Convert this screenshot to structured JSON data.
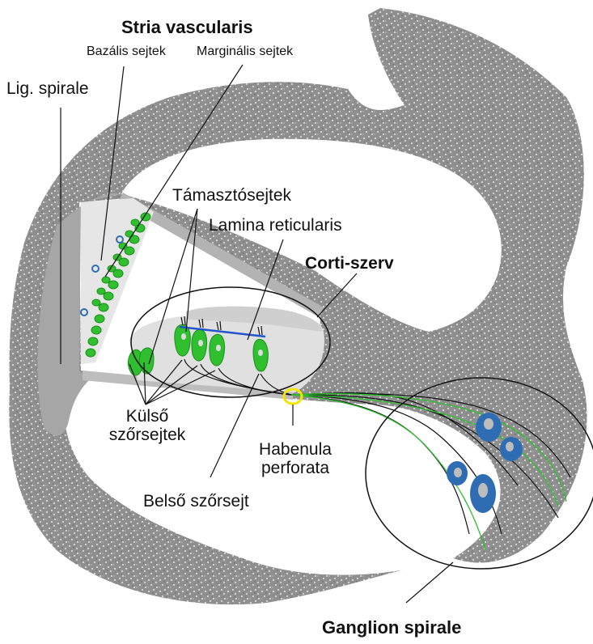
{
  "labels": {
    "stria_vascularis": "Stria vascularis",
    "bazalis_sejtek": "Bazális sejtek",
    "marginalis_sejtek": "Marginális sejtek",
    "lig_spirale": "Lig. spirale",
    "tamasztosejtek": "Támasztósejtek",
    "lamina_reticularis": "Lamina reticularis",
    "corti_szerv": "Corti-szerv",
    "kulso_line1": "Külső",
    "kulso_line2": "szőrsejtek",
    "habenula_line1": "Habenula",
    "habenula_line2": "perforata",
    "belso_szorsejt": "Belső szőrsejt",
    "ganglion_spirale": "Ganglion spirale"
  },
  "colors": {
    "bone": "#8f8f8f",
    "bone_speckle": "#d9d9d9",
    "ligament": "#a6a6a6",
    "membrane": "#c8c8c8",
    "hair_cell": "#2fbf2f",
    "hair_cell_dark": "#1d8f1d",
    "ganglion_cell": "#2e6db4",
    "habenula_ring": "#f2e600",
    "stereocilia_bar": "#2255cc"
  }
}
